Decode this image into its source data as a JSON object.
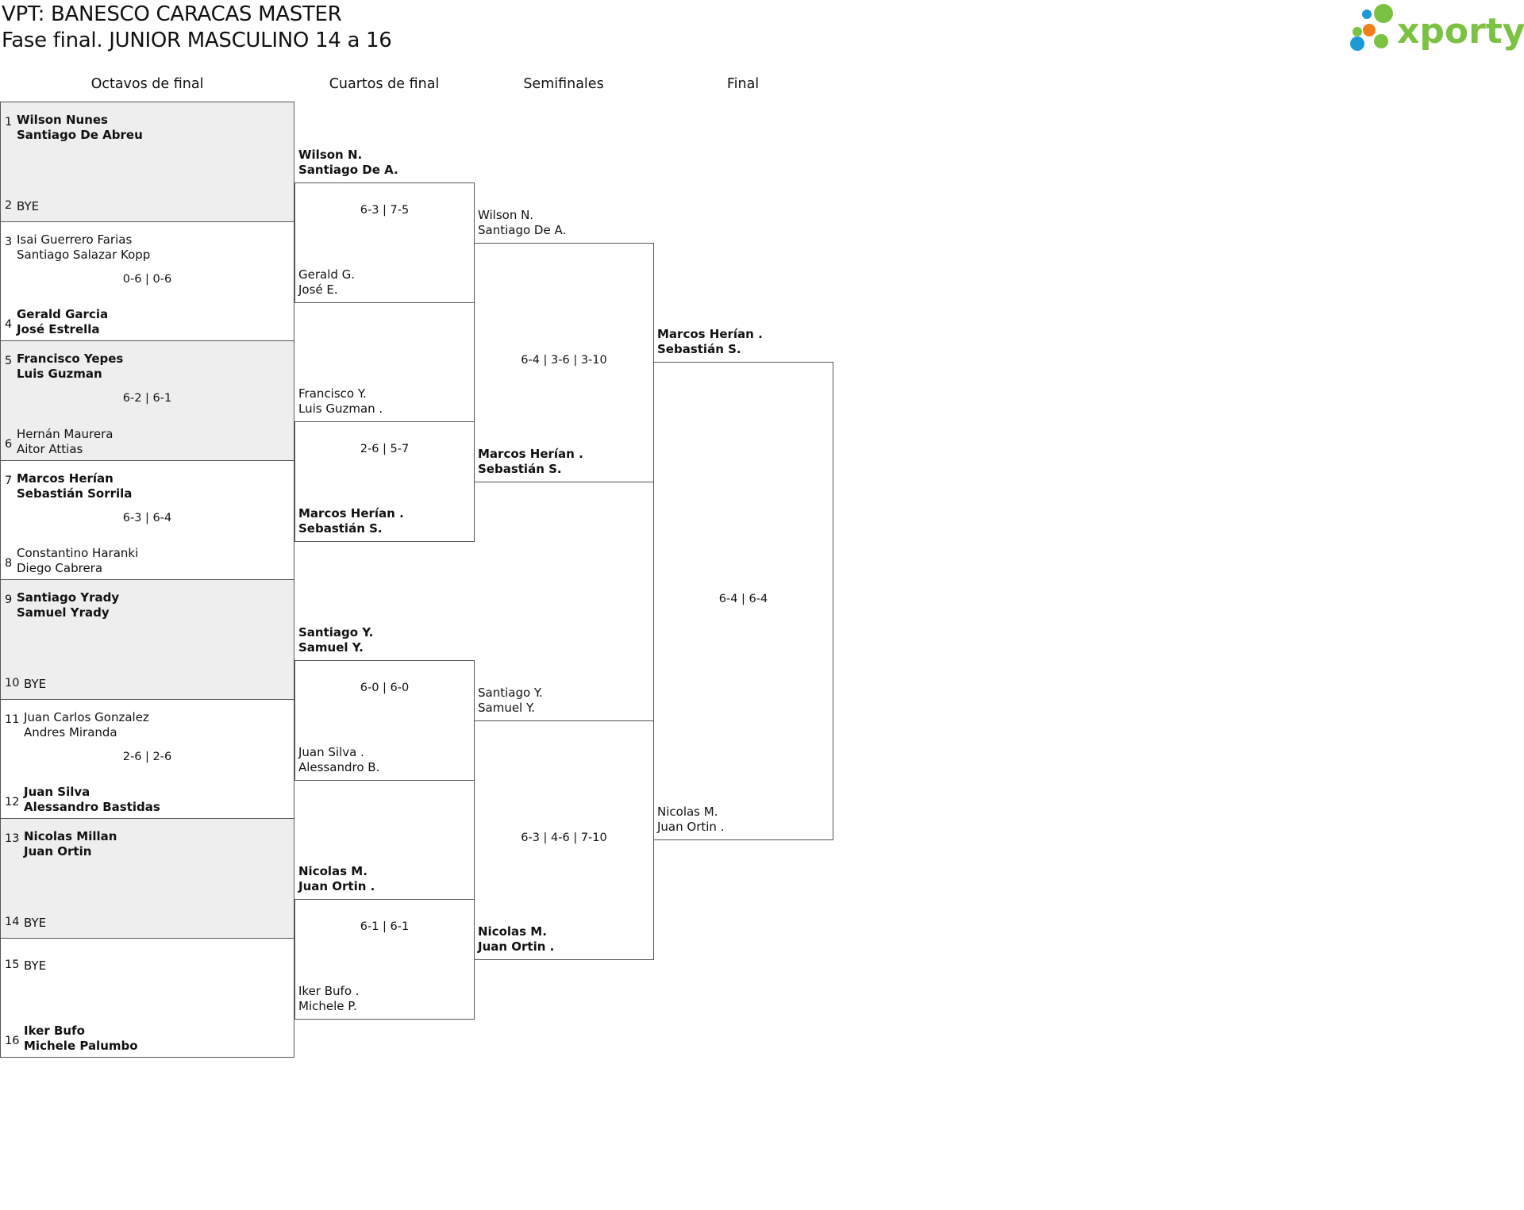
{
  "header": {
    "title": "VPT: BANESCO CARACAS MASTER",
    "subtitle": "Fase final. JUNIOR MASCULINO 14 a 16",
    "logo_text": "xporty"
  },
  "rounds": [
    "Octavos de final",
    "Cuartos de final",
    "Semifinales",
    "Final"
  ],
  "octavos": [
    {
      "seed_a": "1",
      "team_a": [
        "Wilson Nunes",
        "Santiago De Abreu"
      ],
      "seed_b": "2",
      "team_b": [
        "BYE"
      ],
      "score": "",
      "winner": "a",
      "shaded": true
    },
    {
      "seed_a": "3",
      "team_a": [
        "Isai Guerrero Farias",
        "Santiago Salazar Kopp"
      ],
      "seed_b": "4",
      "team_b": [
        "Gerald Garcia",
        "José Estrella"
      ],
      "score": "0-6 | 0-6",
      "winner": "b",
      "shaded": false
    },
    {
      "seed_a": "5",
      "team_a": [
        "Francisco Yepes",
        "Luis Guzman"
      ],
      "seed_b": "6",
      "team_b": [
        "Hernán Maurera",
        "Aitor Attias"
      ],
      "score": "6-2 | 6-1",
      "winner": "a",
      "shaded": true
    },
    {
      "seed_a": "7",
      "team_a": [
        "Marcos Herían",
        "Sebastián Sorrila"
      ],
      "seed_b": "8",
      "team_b": [
        "Constantino Haranki",
        "Diego Cabrera"
      ],
      "score": "6-3 | 6-4",
      "winner": "a",
      "shaded": false
    },
    {
      "seed_a": "9",
      "team_a": [
        "Santiago Yrady",
        "Samuel Yrady"
      ],
      "seed_b": "10",
      "team_b": [
        "BYE"
      ],
      "score": "",
      "winner": "a",
      "shaded": true
    },
    {
      "seed_a": "11",
      "team_a": [
        "Juan Carlos Gonzalez",
        "Andres Miranda"
      ],
      "seed_b": "12",
      "team_b": [
        "Juan Silva",
        "Alessandro Bastidas"
      ],
      "score": "2-6 | 2-6",
      "winner": "b",
      "shaded": false
    },
    {
      "seed_a": "13",
      "team_a": [
        "Nicolas Millan",
        "Juan Ortin"
      ],
      "seed_b": "14",
      "team_b": [
        "BYE"
      ],
      "score": "",
      "winner": "a",
      "shaded": true
    },
    {
      "seed_a": "15",
      "team_a": [
        "BYE"
      ],
      "seed_b": "16",
      "team_b": [
        "Iker Bufo",
        "Michele Palumbo"
      ],
      "score": "",
      "winner": "b",
      "shaded": false
    }
  ],
  "cuartos": [
    {
      "team_a": [
        "Wilson N.",
        "Santiago De A."
      ],
      "team_b": [
        "Gerald G.",
        "José E."
      ],
      "score": "6-3 | 7-5",
      "winner": "a"
    },
    {
      "team_a": [
        "Francisco Y.",
        "Luis Guzman ."
      ],
      "team_b": [
        "Marcos Herían .",
        "Sebastián S."
      ],
      "score": "2-6 | 5-7",
      "winner": "b"
    },
    {
      "team_a": [
        "Santiago Y.",
        "Samuel Y."
      ],
      "team_b": [
        "Juan Silva .",
        "Alessandro B."
      ],
      "score": "6-0 | 6-0",
      "winner": "a"
    },
    {
      "team_a": [
        "Nicolas M.",
        "Juan Ortin ."
      ],
      "team_b": [
        "Iker Bufo .",
        "Michele P."
      ],
      "score": "6-1 | 6-1",
      "winner": "a"
    }
  ],
  "semis": [
    {
      "team_a": [
        "Wilson N.",
        "Santiago De A."
      ],
      "team_b": [
        "Marcos Herían .",
        "Sebastián S."
      ],
      "score": "6-4 | 3-6 | 3-10",
      "winner": "b"
    },
    {
      "team_a": [
        "Santiago Y.",
        "Samuel Y."
      ],
      "team_b": [
        "Nicolas M.",
        "Juan Ortin ."
      ],
      "score": "6-3 | 4-6 | 7-10",
      "winner": "b"
    }
  ],
  "final": {
    "team_a": [
      "Marcos Herían .",
      "Sebastián S."
    ],
    "team_b": [
      "Nicolas M.",
      "Juan Ortin ."
    ],
    "score": "6-4 | 6-4",
    "winner": "a"
  },
  "colors": {
    "border": "#555555",
    "shade": "#eeeeee",
    "logo_green": "#7cc242",
    "logo_blue": "#1a9ad6",
    "logo_orange": "#f07f1a"
  }
}
